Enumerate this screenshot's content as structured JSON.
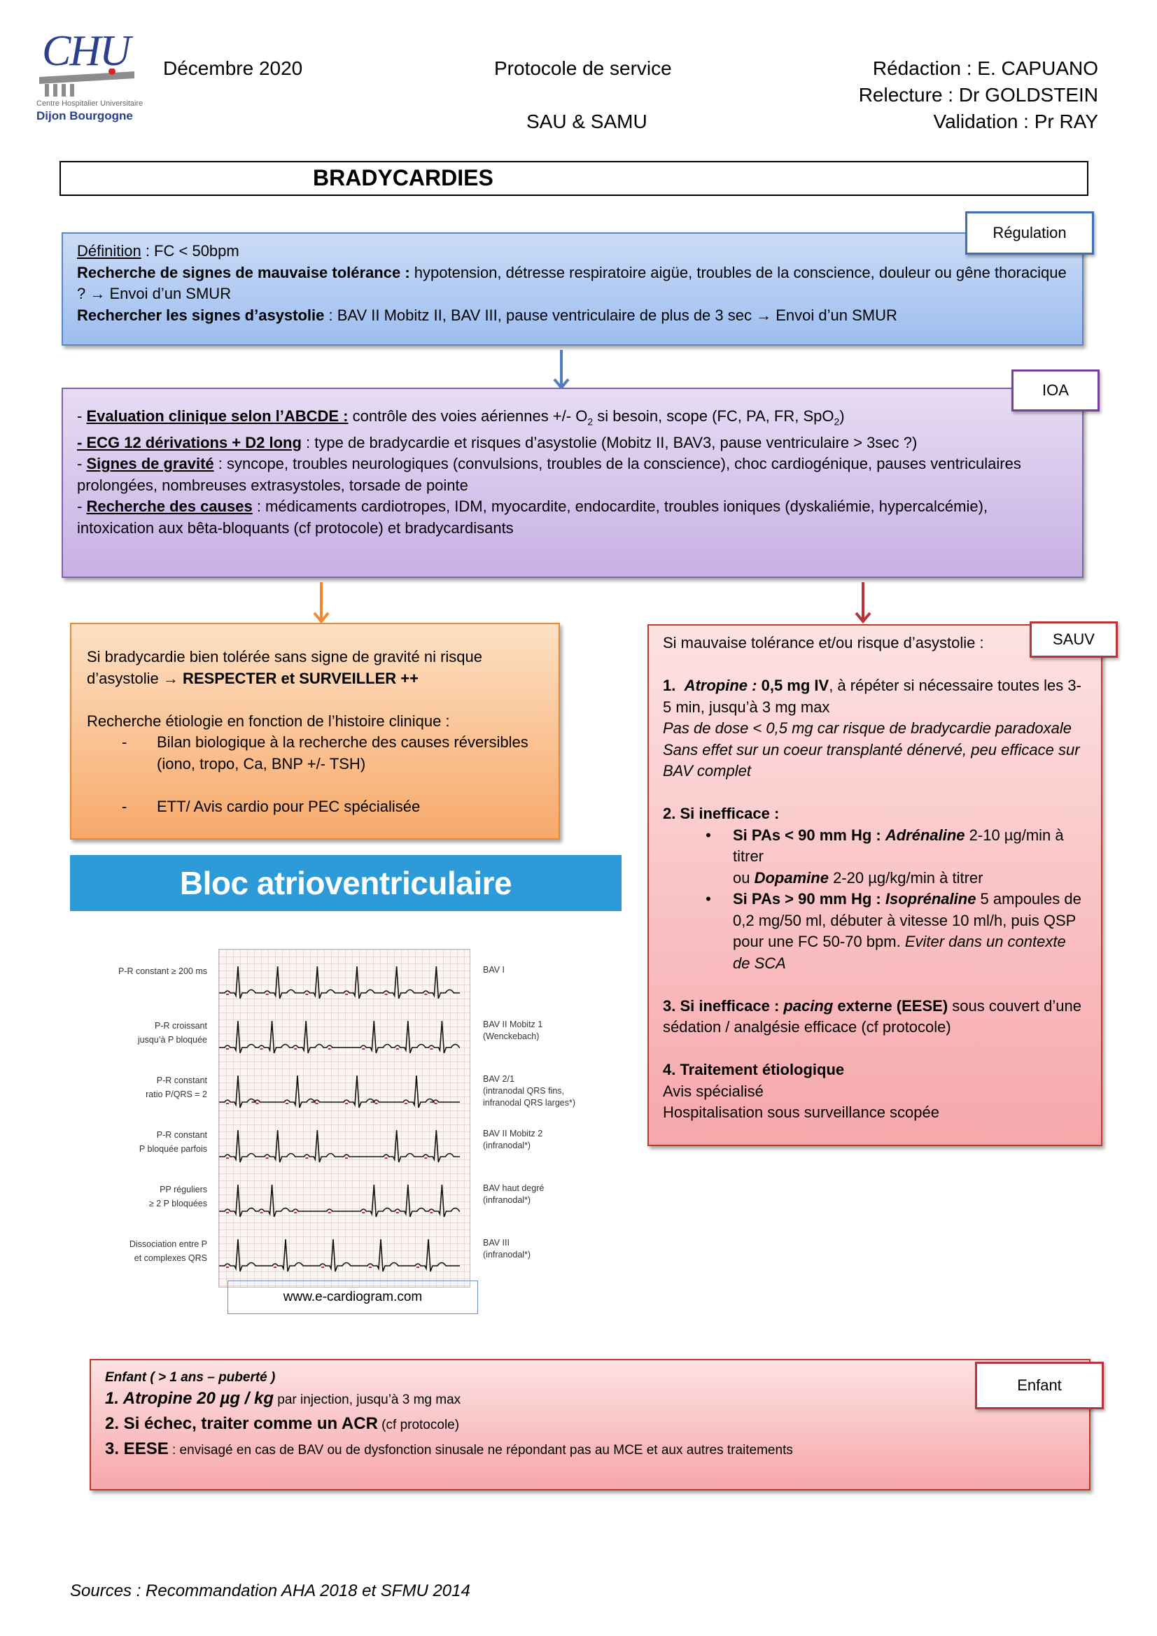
{
  "header": {
    "logo": {
      "text": "CHU",
      "sub1": "Centre Hospitalier Universitaire",
      "sub2": "Dijon Bourgogne"
    },
    "date": "Décembre 2020",
    "protocol": "Protocole de service",
    "service": "SAU & SAMU",
    "redaction": "Rédaction : E. CAPUANO",
    "relecture": "Relecture : Dr GOLDSTEIN",
    "validation": "Validation : Pr RAY"
  },
  "title": "BRADYCARDIES",
  "regulation": {
    "tag": "Régulation",
    "def_label": "Définition",
    "def_text": " : FC < 50bpm",
    "mauvaise_label": "Recherche de signes de mauvaise tolérance :",
    "mauvaise_text": " hypotension, détresse respiratoire aigüe, troubles de la conscience, douleur ou gêne thoracique ? → Envoi d’un SMUR",
    "asystolie_label": "Rechercher les signes d’asystolie",
    "asystolie_text": " : BAV II Mobitz II, BAV III, pause ventriculaire de plus de 3 sec → Envoi d’un SMUR"
  },
  "ioa": {
    "tag": "IOA",
    "l1_label": "Evaluation clinique selon l’ABCDE :",
    "l1_text": " contrôle des voies aériennes +/- O",
    "l1_sub": "2",
    "l1_text2": " si besoin, scope (FC, PA, FR, SpO",
    "l1_sub2": "2",
    "l1_text3": ")",
    "l2_label": "- ECG 12 dérivations + D2 long",
    "l2_text": " : type de bradycardie et risques d’asystolie (Mobitz II, BAV3, pause ventriculaire > 3sec ?)",
    "l3_label": "Signes de gravité",
    "l3_text": " : syncope, troubles neurologiques (convulsions, troubles de la conscience), choc cardiogénique, pauses ventriculaires prolongées, nombreuses extrasystoles, torsade de pointe",
    "l4_label": "Recherche des causes",
    "l4_text": " : médicaments cardiotropes, IDM, myocardite, endocardite, troubles ioniques (dyskaliémie, hypercalcémie), intoxication aux bêta-bloquants (cf protocole) et bradycardisants"
  },
  "left": {
    "l1": "Si bradycardie bien tolérée sans signe de gravité ni risque d’asystolie → ",
    "l1_bold": "RESPECTER et SURVEILLER ++",
    "l2": "Recherche étiologie en fonction de l’histoire clinique :",
    "items": [
      "Bilan biologique à la recherche des causes réversibles (iono, tropo, Ca, BNP +/- TSH)",
      "ETT/ Avis cardio pour PEC spécialisée"
    ]
  },
  "sauv": {
    "tag": "SAUV",
    "intro": "Si mauvaise tolérance et/ou risque d’asystolie :",
    "s1_num": "1.",
    "s1_drug": "Atropine :",
    "s1_dose": " 0,5 mg IV",
    "s1_text": ", à répéter si nécessaire toutes les 3- 5 min, jusqu’à 3 mg max",
    "s1_it1": "Pas de dose < 0,5 mg car risque de bradycardie paradoxale",
    "s1_it2": "Sans effet sur un coeur transplanté dénervé, peu efficace sur BAV complet",
    "s2": "2. Si inefficace :",
    "s2_b1_label": "Si PAs < 90 mm Hg : ",
    "s2_b1_drug": "Adrénaline",
    "s2_b1_text": " 2-10 µg/min à titrer",
    "s2_b1_ou": "ou ",
    "s2_b1_drug2": "Dopamine",
    "s2_b1_text2": " 2-20 µg/kg/min à titrer",
    "s2_b2_label": "Si PAs > 90 mm Hg : ",
    "s2_b2_drug": "Isoprénaline",
    "s2_b2_text": " 5 ampoules de 0,2 mg/50 ml, débuter à vitesse 10 ml/h, puis QSP pour une FC 50-70 bpm. ",
    "s2_b2_it": "Eviter dans un contexte de SCA",
    "s3_label": "3. Si inefficace : ",
    "s3_it": "pacing",
    "s3_label2": " externe (EESE)",
    "s3_text": " sous couvert d’une sédation / analgésie efficace (cf protocole)",
    "s4": "4. Traitement étiologique",
    "s4_l1": "Avis spécialisé",
    "s4_l2": "Hospitalisation sous surveillance scopée"
  },
  "bav": {
    "banner": "Bloc atrioventriculaire",
    "rows": [
      {
        "left1": "P-R constant ≥ 200 ms",
        "left2": "",
        "right1": "BAV I",
        "right2": "",
        "right3": ""
      },
      {
        "left1": "P-R croissant",
        "left2": "jusqu’à P bloquée",
        "right1": "BAV II Mobitz 1",
        "right2": "(Wenckebach)",
        "right3": ""
      },
      {
        "left1": "P-R constant",
        "left2": "ratio P/QRS = 2",
        "right1": "BAV 2/1",
        "right2": "(intranodal QRS fins,",
        "right3": "infranodal QRS larges*)"
      },
      {
        "left1": "P-R constant",
        "left2": "P bloquée parfois",
        "right1": "BAV II Mobitz 2",
        "right2": "(infranodal*)",
        "right3": ""
      },
      {
        "left1": "PP réguliers",
        "left2": "≥ 2 P bloquées",
        "right1": "BAV haut degré",
        "right2": "(infranodal*)",
        "right3": ""
      },
      {
        "left1": "Dissociation entre P",
        "left2": "et complexes QRS",
        "right1": "BAV III",
        "right2": "(infranodal*)",
        "right3": ""
      }
    ],
    "source": "www.e-cardiogram.com"
  },
  "enfant": {
    "tag": "Enfant",
    "intro": "Enfant ( > 1 ans – puberté )",
    "l1_big": "1. Atropine 20 µg / kg",
    "l1_small": " par injection, jusqu’à 3 mg max",
    "l2_big": "2. Si échec, traiter comme un ACR",
    "l2_small": " (cf protocole)",
    "l3_big": "3. EESE",
    "l3_small": " : envisagé en cas de BAV ou de dysfonction sinusale ne répondant pas au MCE et aux autres traitements"
  },
  "footer": "Sources : Recommandation AHA 2018 et SFMU 2014",
  "colors": {
    "blue": "#4f7fc1",
    "purple": "#7a5aa8",
    "orange": "#f08a32",
    "red": "#b8333b"
  }
}
